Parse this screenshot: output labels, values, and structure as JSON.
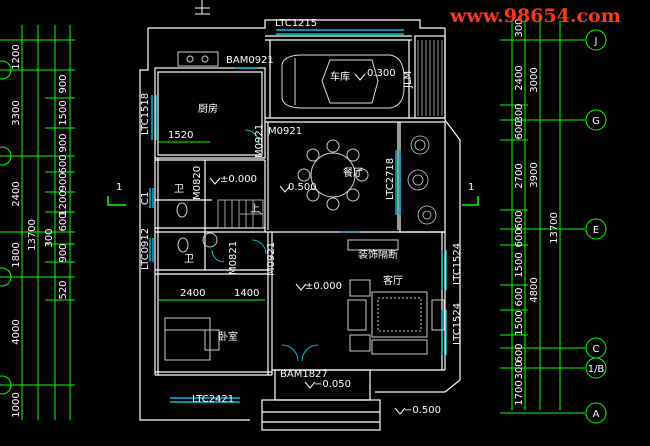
{
  "watermark": "www.98654.com",
  "colors": {
    "background": "#000000",
    "wall": "#ffffff",
    "dimension": "#00ff00",
    "label": "#ffffff",
    "window": "#00e5ff",
    "furniture": "#aaaaaa",
    "axis_circle": "#00ff00",
    "watermark": "#ff3a1a"
  },
  "rooms": {
    "garage": "车库",
    "kitchen": "厨房",
    "dining": "餐厅",
    "living": "客厅",
    "bedroom": "卧室",
    "bath_1": "卫",
    "bath_2": "卫",
    "decor": "装饰隔断"
  },
  "openings": {
    "ltc1215": "LTC1215",
    "bam0921": "BAM0921",
    "ltc1518": "LTC1518",
    "m0921_kitchen": "M0921",
    "m0921_a": "M0921",
    "m0921_b": "M0921",
    "m0820": "M0820",
    "m0821": "M0821",
    "ltc0912": "LTC0912",
    "ltc2718": "LTC2718",
    "ltc1524_a": "LTC1524",
    "ltc1524_b": "LTC1524",
    "bam1827": "BAM1827",
    "ltc2421": "LTC2421",
    "c1": "C1",
    "jlm": "JLM"
  },
  "levels": {
    "garage": "0.300",
    "stair_hall": "±0.000",
    "dining": "0.500",
    "living": "±0.000",
    "entry": "−0.050",
    "outside": "−0.500"
  },
  "dims_interior": {
    "kitchen_w": "1520",
    "bed_w": "2400",
    "bed_w2": "1400"
  },
  "stair_up": "上",
  "section_mark": "1",
  "left_dims_outer": [
    "1200",
    "3300",
    "2400",
    "1800",
    "4000",
    "1000"
  ],
  "left_dims_inner": [
    "900",
    "1500",
    "900",
    "600",
    "900",
    "1200",
    "600",
    "300",
    "900",
    "520"
  ],
  "left_total": "13700",
  "right_dims_inner": [
    "300",
    "2400",
    "300",
    "600",
    "2700",
    "600",
    "600",
    "1500",
    "600",
    "1500",
    "600",
    "300",
    "1700"
  ],
  "right_dims_outer": [
    "3000",
    "3900",
    "4800"
  ],
  "right_total": "13700",
  "axis_labels": [
    "J",
    "G",
    "E",
    "C",
    "1/B",
    "A"
  ]
}
